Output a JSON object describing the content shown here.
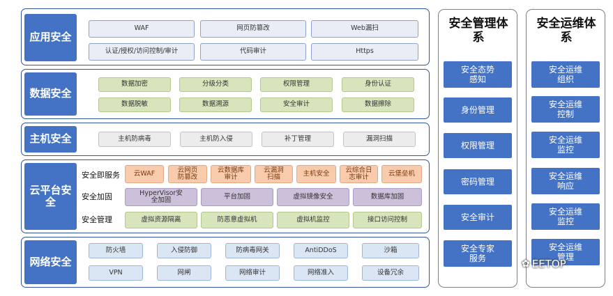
{
  "layers": {
    "app": {
      "label": "应用安全",
      "items": [
        "WAF",
        "网页防篡改",
        "Web漏扫",
        "认证/授权/访问控制/审计",
        "代码审计",
        "Https"
      ]
    },
    "data": {
      "label": "数据安全",
      "items": [
        "数据加密",
        "分级分类",
        "权限管理",
        "身份认证",
        "数据脱敏",
        "数据溯源",
        "安全审计",
        "数据擦除"
      ]
    },
    "host": {
      "label": "主机安全",
      "items": [
        "主机防病毒",
        "主机防入侵",
        "补丁管理",
        "漏洞扫描"
      ]
    },
    "cloud": {
      "label": "云平台安全",
      "row1_label": "安全即服务",
      "row1_items": [
        "云WAF",
        "云网页防篡改",
        "云数据库审计",
        "云漏洞扫描",
        "主机安全",
        "云综合日志审计",
        "云堡垒机"
      ],
      "row2_label": "安全加固",
      "row2_items": [
        "HyperVisor安全加固",
        "平台加固",
        "虚拟镜像安全",
        "数据库加固"
      ],
      "row3_label": "安全管理",
      "row3_items": [
        "虚拟资源隔离",
        "防恶意虚拟机",
        "虚拟机监控",
        "接口访问控制"
      ]
    },
    "net": {
      "label": "网络安全",
      "items": [
        "防火墙",
        "入侵防御",
        "防病毒网关",
        "AntiDDoS",
        "沙箱",
        "VPN",
        "网闸",
        "网络审计",
        "网络准入",
        "设备冗余"
      ]
    }
  },
  "mgmt": {
    "title": "安全管理体系",
    "items": [
      "安全态势感知",
      "身份管理",
      "权限管理",
      "密码管理",
      "安全审计",
      "安全专家服务"
    ]
  },
  "ops": {
    "title": "安全运维体系",
    "items": [
      "安全运维组织",
      "安全运维控制",
      "安全运维监控",
      "安全运维响应",
      "安全运维监控",
      "安全运维管理"
    ]
  },
  "watermark": "EETOP",
  "colors": {
    "label_blue": "#4472c4",
    "border_blue": "#2f5597"
  }
}
